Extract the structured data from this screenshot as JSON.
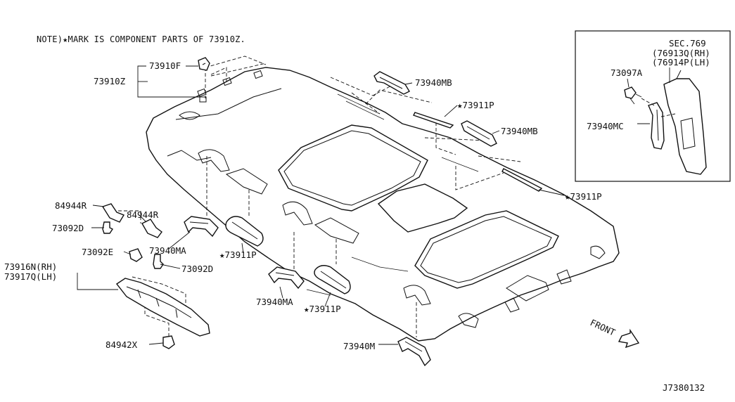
{
  "note": "NOTE)★MARK IS COMPONENT PARTS OF 73910Z.",
  "callouts": {
    "c73910F": "73910F",
    "c73910Z": "73910Z",
    "c73940MB_a": "73940MB",
    "c73911P_a": "★73911P",
    "c73940MB_b": "73940MB",
    "c73911P_b": "★73911P",
    "c84944R_a": "84944R",
    "c84944R_b": "84944R",
    "c73092D_a": "73092D",
    "c73092E": "73092E",
    "c73940MA_a": "73940MA",
    "c73911P_c": "★73911P",
    "c73092D_b": "73092D",
    "c73916N": "73916N(RH)",
    "c73917Q": "73917Q(LH)",
    "c73940MA_b": "73940MA",
    "c73911P_d": "★73911P",
    "c84942X": "84942X",
    "c73940M": "73940M"
  },
  "inset": {
    "sec": "SEC.769",
    "rh": "(76913Q(RH)",
    "lh": "(76914P(LH)",
    "c73097A": "73097A",
    "c73940MC": "73940MC"
  },
  "front_label": "FRONT",
  "diagram_id": "J7380132"
}
